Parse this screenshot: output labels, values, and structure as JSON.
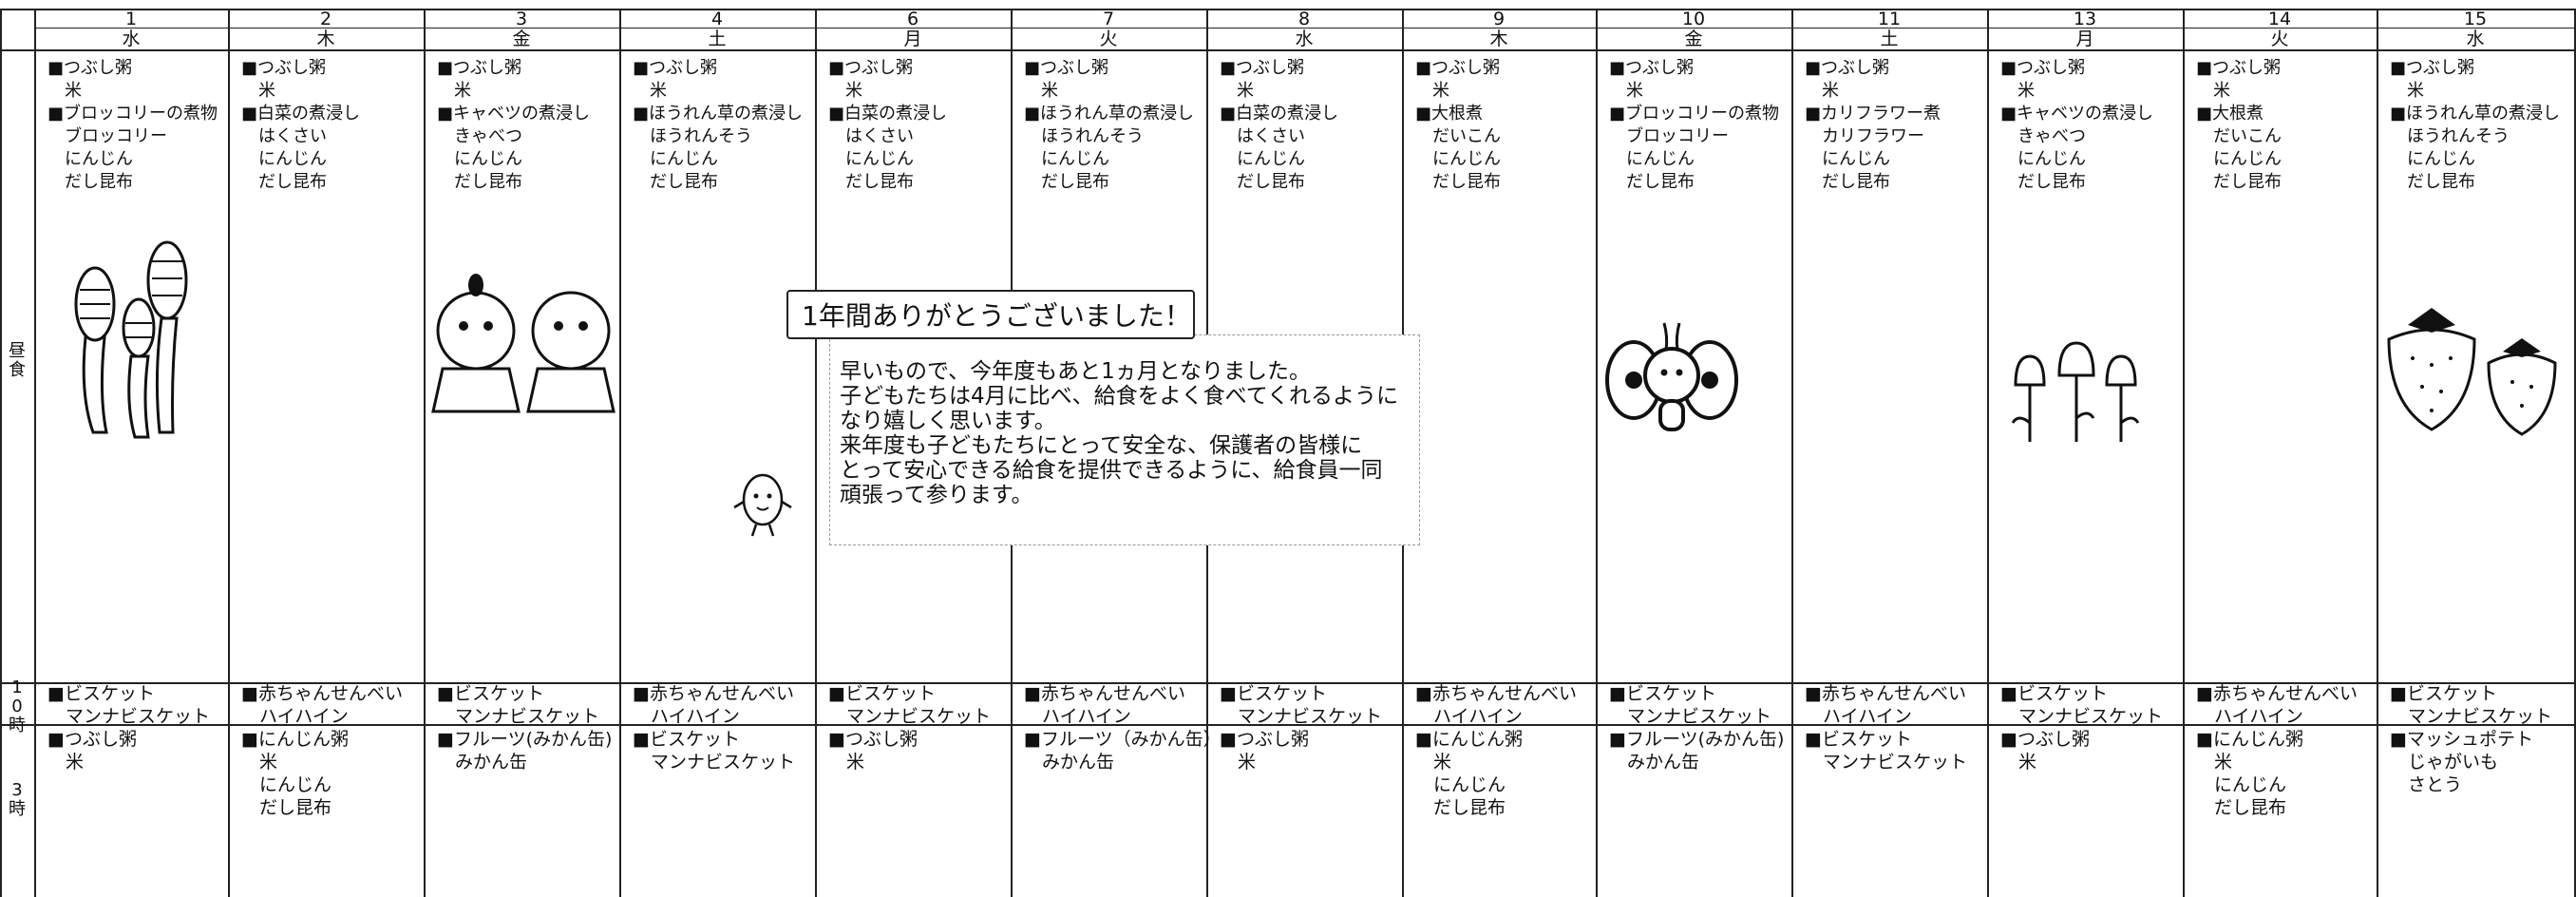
{
  "header": {
    "days": [
      {
        "num": "1",
        "weekday": "水"
      },
      {
        "num": "2",
        "weekday": "木"
      },
      {
        "num": "3",
        "weekday": "金"
      },
      {
        "num": "4",
        "weekday": "土"
      },
      {
        "num": "6",
        "weekday": "月"
      },
      {
        "num": "7",
        "weekday": "火"
      },
      {
        "num": "8",
        "weekday": "水"
      },
      {
        "num": "9",
        "weekday": "木"
      },
      {
        "num": "10",
        "weekday": "金"
      },
      {
        "num": "11",
        "weekday": "土"
      },
      {
        "num": "13",
        "weekday": "月"
      },
      {
        "num": "14",
        "weekday": "火"
      },
      {
        "num": "15",
        "weekday": "水"
      }
    ]
  },
  "rows": {
    "lunch_label": "昼\n食",
    "snack10_label": "1\n0\n時",
    "snack3_label": "3\n時"
  },
  "lunch": [
    "■つぶし粥\n　米\n■ブロッコリーの煮物\n　ブロッコリー\n　にんじん\n　だし昆布",
    "■つぶし粥\n　米\n■白菜の煮浸し\n　はくさい\n　にんじん\n　だし昆布",
    "■つぶし粥\n　米\n■キャベツの煮浸し\n　きゃべつ\n　にんじん\n　だし昆布",
    "■つぶし粥\n　米\n■ほうれん草の煮浸し\n　ほうれんそう\n　にんじん\n　だし昆布",
    "■つぶし粥\n　米\n■白菜の煮浸し\n　はくさい\n　にんじん\n　だし昆布",
    "■つぶし粥\n　米\n■ほうれん草の煮浸し\n　ほうれんそう\n　にんじん\n　だし昆布",
    "■つぶし粥\n　米\n■白菜の煮浸し\n　はくさい\n　にんじん\n　だし昆布",
    "■つぶし粥\n　米\n■大根煮\n　だいこん\n　にんじん\n　だし昆布",
    "■つぶし粥\n　米\n■ブロッコリーの煮物\n　ブロッコリー\n　にんじん\n　だし昆布",
    "■つぶし粥\n　米\n■カリフラワー煮\n　カリフラワー\n　にんじん\n　だし昆布",
    "■つぶし粥\n　米\n■キャベツの煮浸し\n　きゃべつ\n　にんじん\n　だし昆布",
    "■つぶし粥\n　米\n■大根煮\n　だいこん\n　にんじん\n　だし昆布",
    "■つぶし粥\n　米\n■ほうれん草の煮浸し\n　ほうれんそう\n　にんじん\n　だし昆布"
  ],
  "snack10": [
    "■ビスケット\n　マンナビスケット",
    "■赤ちゃんせんべい\n　ハイハイン",
    "■ビスケット\n　マンナビスケット",
    "■赤ちゃんせんべい\n　ハイハイン",
    "■ビスケット\n　マンナビスケット",
    "■赤ちゃんせんべい\n　ハイハイン",
    "■ビスケット\n　マンナビスケット",
    "■赤ちゃんせんべい\n　ハイハイン",
    "■ビスケット\n　マンナビスケット",
    "■赤ちゃんせんべい\n　ハイハイン",
    "■ビスケット\n　マンナビスケット",
    "■赤ちゃんせんべい\n　ハイハイン",
    "■ビスケット\n　マンナビスケット"
  ],
  "snack3": [
    "■つぶし粥\n　米",
    "■にんじん粥\n　米\n　にんじん\n　だし昆布",
    "■フルーツ(みかん缶)\n　みかん缶",
    "■ビスケット\n　マンナビスケット",
    "■つぶし粥\n　米",
    "■フルーツ（みかん缶）\n　みかん缶",
    "■つぶし粥\n　米",
    "■にんじん粥\n　米\n　にんじん\n　だし昆布",
    "■フルーツ(みかん缶)\n　みかん缶",
    "■ビスケット\n　マンナビスケット",
    "■つぶし粥\n　米",
    "■にんじん粥\n　米\n　にんじん\n　だし昆布",
    "■マッシュポテト\n　じゃがいも\n　さとう"
  ],
  "message": {
    "title": "1年間ありがとうございました！",
    "body": "早いもので、今年度もあと1ヵ月となりました。\n子どもたちは4月に比べ、給食をよく食べてくれるように\nなり嬉しく思います。\n来年度も子どもたちにとって安全な、保護者の皆様に\nとって安心できる給食を提供できるように、給食員一同\n頑張って参ります。"
  },
  "illustrations": [
    "tsukushi-icon",
    "hina-dolls-icon",
    "egg-mascot-icon",
    "butterfly-icon",
    "tulips-icon",
    "strawberry-icon"
  ]
}
